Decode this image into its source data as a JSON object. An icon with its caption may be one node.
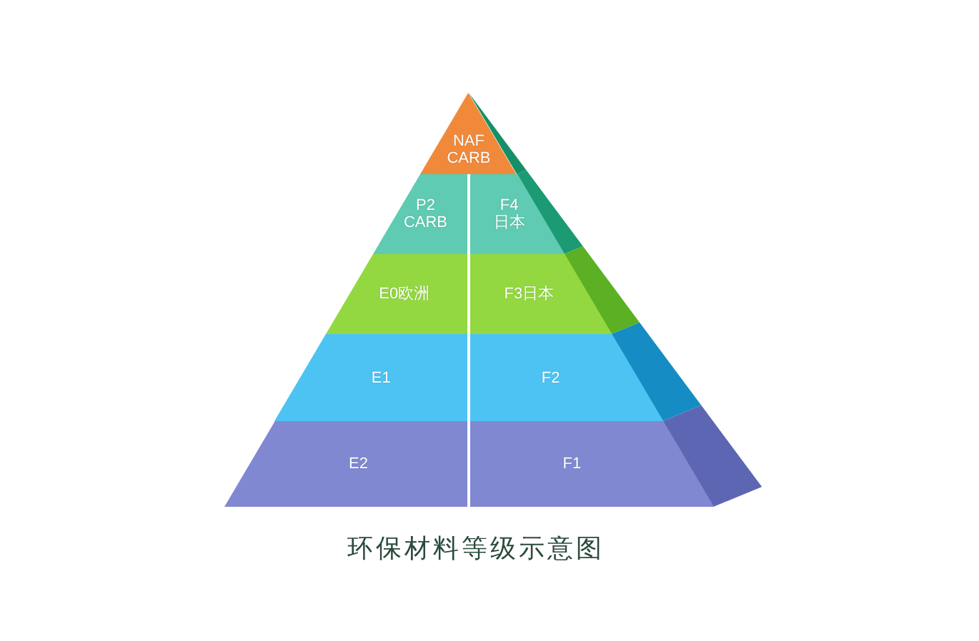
{
  "diagram": {
    "caption": "环保材料等级示意图",
    "nodes": [
      {
        "text": [
          "NAF CARB"
        ]
      },
      {
        "text": [
          "P2 CARB"
        ]
      },
      {
        "text": [
          "F4 日本"
        ]
      },
      {
        "text": [
          "E0欧洲"
        ]
      },
      {
        "text": [
          "F3日本"
        ]
      },
      {
        "text": [
          "E1"
        ]
      },
      {
        "text": [
          "F2"
        ]
      },
      {
        "text": [
          "E2"
        ]
      },
      {
        "text": [
          "F1"
        ]
      }
    ]
  }
}
